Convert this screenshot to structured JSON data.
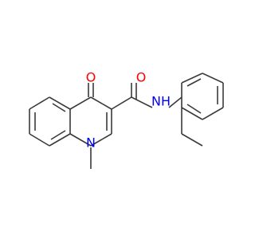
{
  "colors": {
    "background": "#ffffff",
    "bond": "#3a3a3a",
    "carbon": "#3a3a3a",
    "nitrogen": "#0000ff",
    "oxygen": "#ff0000"
  },
  "atom_labels": {
    "ketone_oxygen": "O",
    "amide_oxygen": "O",
    "ring_nitrogen": "N",
    "amide_nh": "NH"
  }
}
